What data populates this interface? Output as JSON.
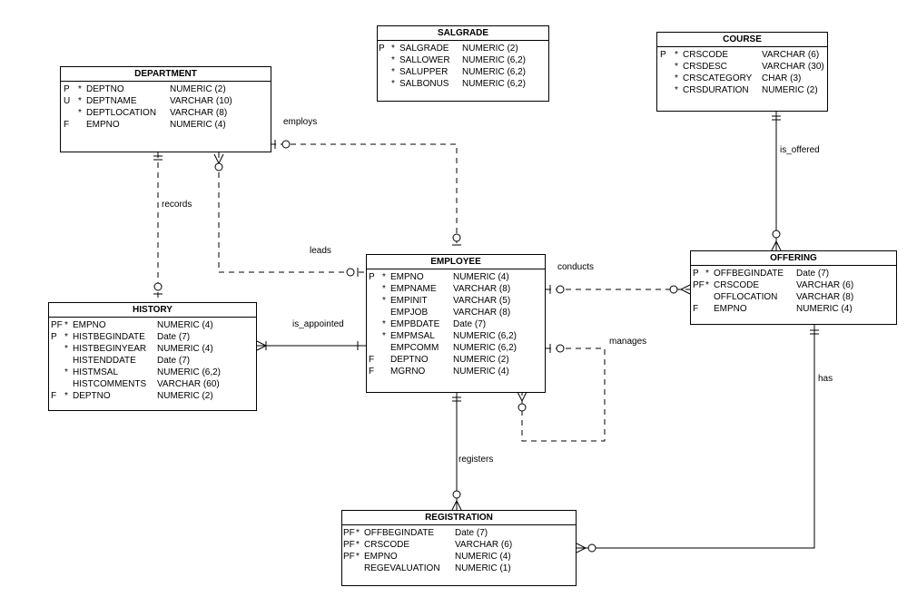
{
  "tables": {
    "salgrade": {
      "name": "SALGRADE",
      "columns": [
        {
          "key": "P",
          "req": "*",
          "name": "SALGRADE",
          "type": "NUMERIC (2)"
        },
        {
          "key": "",
          "req": "*",
          "name": "SALLOWER",
          "type": "NUMERIC (6,2)"
        },
        {
          "key": "",
          "req": "*",
          "name": "SALUPPER",
          "type": "NUMERIC (6,2)"
        },
        {
          "key": "",
          "req": "*",
          "name": "SALBONUS",
          "type": "NUMERIC (6,2)"
        }
      ]
    },
    "department": {
      "name": "DEPARTMENT",
      "columns": [
        {
          "key": "P",
          "req": "*",
          "name": "DEPTNO",
          "type": "NUMERIC (2)"
        },
        {
          "key": "U",
          "req": "*",
          "name": "DEPTNAME",
          "type": "VARCHAR (10)"
        },
        {
          "key": "",
          "req": "*",
          "name": "DEPTLOCATION",
          "type": "VARCHAR (8)"
        },
        {
          "key": "F",
          "req": "",
          "name": "EMPNO",
          "type": "NUMERIC (4)"
        }
      ]
    },
    "course": {
      "name": "COURSE",
      "columns": [
        {
          "key": "P",
          "req": "*",
          "name": "CRSCODE",
          "type": "VARCHAR (6)"
        },
        {
          "key": "",
          "req": "*",
          "name": "CRSDESC",
          "type": "VARCHAR (30)"
        },
        {
          "key": "",
          "req": "*",
          "name": "CRSCATEGORY",
          "type": "CHAR (3)"
        },
        {
          "key": "",
          "req": "*",
          "name": "CRSDURATION",
          "type": "NUMERIC (2)"
        }
      ]
    },
    "employee": {
      "name": "EMPLOYEE",
      "columns": [
        {
          "key": "P",
          "req": "*",
          "name": "EMPNO",
          "type": "NUMERIC (4)"
        },
        {
          "key": "",
          "req": "*",
          "name": "EMPNAME",
          "type": "VARCHAR (8)"
        },
        {
          "key": "",
          "req": "*",
          "name": "EMPINIT",
          "type": "VARCHAR (5)"
        },
        {
          "key": "",
          "req": "",
          "name": "EMPJOB",
          "type": "VARCHAR (8)"
        },
        {
          "key": "",
          "req": "*",
          "name": "EMPBDATE",
          "type": "Date (7)"
        },
        {
          "key": "",
          "req": "*",
          "name": "EMPMSAL",
          "type": "NUMERIC (6,2)"
        },
        {
          "key": "",
          "req": "",
          "name": "EMPCOMM",
          "type": "NUMERIC (6,2)"
        },
        {
          "key": "F",
          "req": "",
          "name": "DEPTNO",
          "type": "NUMERIC (2)"
        },
        {
          "key": "F",
          "req": "",
          "name": "MGRNO",
          "type": "NUMERIC (4)"
        }
      ]
    },
    "offering": {
      "name": "OFFERING",
      "columns": [
        {
          "key": "P",
          "req": "*",
          "name": "OFFBEGINDATE",
          "type": "Date (7)"
        },
        {
          "key": "PF",
          "req": "*",
          "name": "CRSCODE",
          "type": "VARCHAR (6)"
        },
        {
          "key": "",
          "req": "",
          "name": "OFFLOCATION",
          "type": "VARCHAR (8)"
        },
        {
          "key": "F",
          "req": "",
          "name": "EMPNO",
          "type": "NUMERIC (4)"
        }
      ]
    },
    "history": {
      "name": "HISTORY",
      "columns": [
        {
          "key": "PF",
          "req": "*",
          "name": "EMPNO",
          "type": "NUMERIC (4)"
        },
        {
          "key": "P",
          "req": "*",
          "name": "HISTBEGINDATE",
          "type": "Date (7)"
        },
        {
          "key": "",
          "req": "*",
          "name": "HISTBEGINYEAR",
          "type": "NUMERIC (4)"
        },
        {
          "key": "",
          "req": "",
          "name": "HISTENDDATE",
          "type": "Date (7)"
        },
        {
          "key": "",
          "req": "*",
          "name": "HISTMSAL",
          "type": "NUMERIC (6,2)"
        },
        {
          "key": "",
          "req": "",
          "name": "HISTCOMMENTS",
          "type": "VARCHAR (60)"
        },
        {
          "key": "F",
          "req": "*",
          "name": "DEPTNO",
          "type": "NUMERIC (2)"
        }
      ]
    },
    "registration": {
      "name": "REGISTRATION",
      "columns": [
        {
          "key": "PF",
          "req": "*",
          "name": "OFFBEGINDATE",
          "type": "Date (7)"
        },
        {
          "key": "PF",
          "req": "*",
          "name": "CRSCODE",
          "type": "VARCHAR (6)"
        },
        {
          "key": "PF",
          "req": "*",
          "name": "EMPNO",
          "type": "NUMERIC (4)"
        },
        {
          "key": "",
          "req": "",
          "name": "REGEVALUATION",
          "type": "NUMERIC (1)"
        }
      ]
    }
  },
  "relationships": {
    "employs": "employs",
    "records": "records",
    "leads": "leads",
    "is_offered": "is_offered",
    "conducts": "conducts",
    "is_appointed": "is_appointed",
    "manages": "manages",
    "has": "has",
    "registers": "registers"
  }
}
